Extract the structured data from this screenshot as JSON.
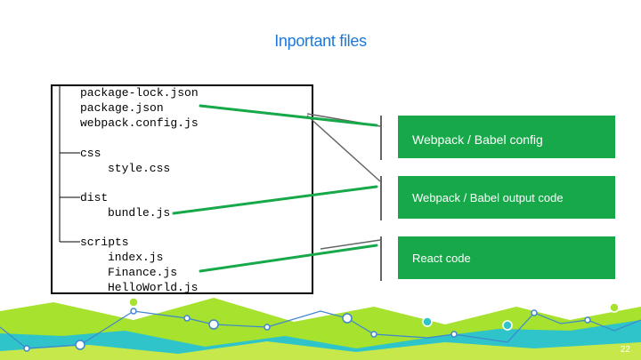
{
  "slide": {
    "title": "Inportant files",
    "page_number": "22"
  },
  "tree": {
    "lines": [
      "package-lock.json",
      "package.json",
      "webpack.config.js",
      "css",
      "style.css",
      "dist",
      "bundle.js",
      "scripts",
      "index.js",
      "Finance.js",
      "HelloWorld.js"
    ]
  },
  "boxes": {
    "config": "Webpack / Babel config",
    "output": "Webpack / Babel output code",
    "react": "React code"
  },
  "colors": {
    "title": "#1e78d6",
    "box_green": "#17a84a",
    "connector_green": "#17a84a",
    "wave_lime": "#a6e22e",
    "wave_teal": "#2ec4c9",
    "wave_yellow": "#c7e84a",
    "wave_line": "#3f86cf"
  }
}
